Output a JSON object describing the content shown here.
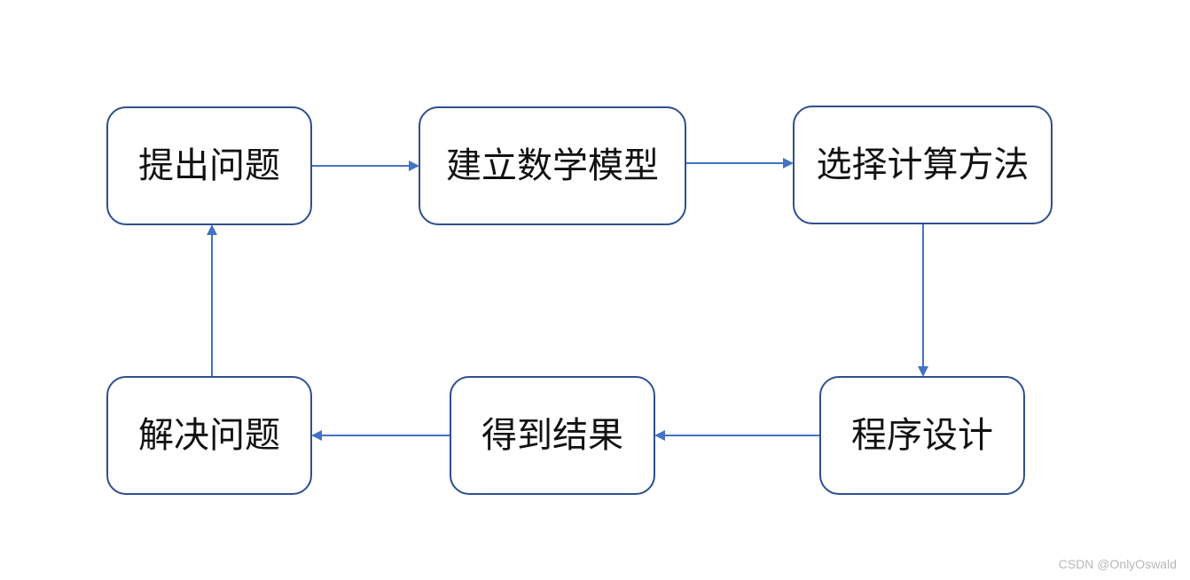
{
  "diagram": {
    "nodes": [
      {
        "id": "n1",
        "label": "提出问题"
      },
      {
        "id": "n2",
        "label": "建立数学模型"
      },
      {
        "id": "n3",
        "label": "选择计算方法"
      },
      {
        "id": "n4",
        "label": "程序设计"
      },
      {
        "id": "n5",
        "label": "得到结果"
      },
      {
        "id": "n6",
        "label": "解决问题"
      }
    ],
    "edges": [
      {
        "from": "n1",
        "to": "n2"
      },
      {
        "from": "n2",
        "to": "n3"
      },
      {
        "from": "n3",
        "to": "n4"
      },
      {
        "from": "n4",
        "to": "n5"
      },
      {
        "from": "n5",
        "to": "n6"
      },
      {
        "from": "n6",
        "to": "n1"
      }
    ],
    "colors": {
      "node_border": "#2f4f8f",
      "arrow": "#4472c4",
      "text": "#111111",
      "watermark": "#b8b8b8"
    }
  },
  "watermark": "CSDN @OnlyOswald"
}
